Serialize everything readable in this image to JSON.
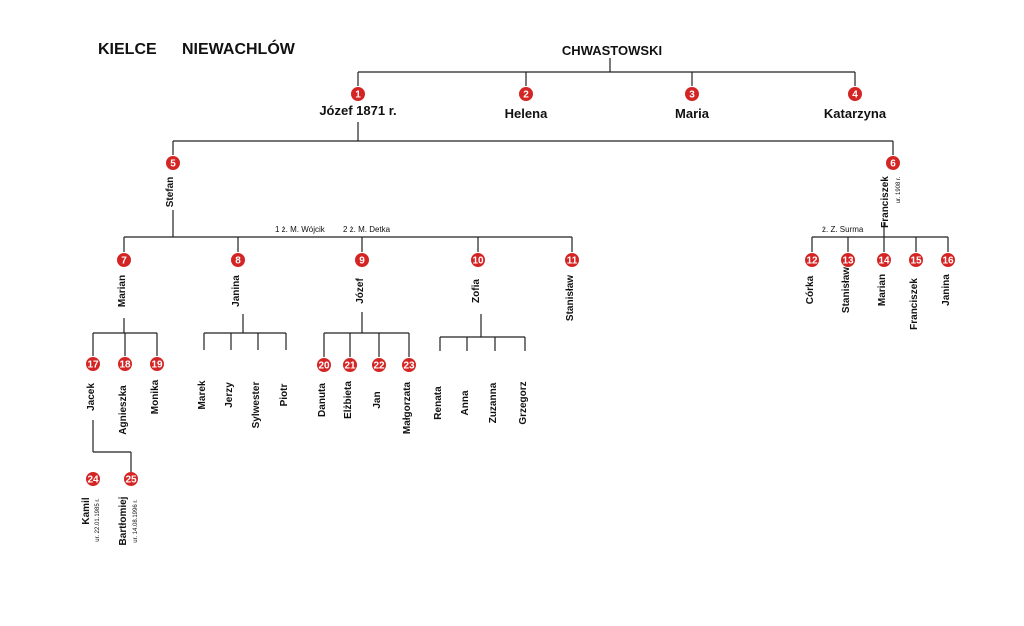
{
  "title": {
    "place": "KIELCE",
    "village": "NIEWACHLÓW",
    "family": "CHWASTOWSKI"
  },
  "colors": {
    "badge": "#d42525",
    "line": "#222222",
    "text": "#111111"
  },
  "generation1": [
    {
      "num": "1",
      "name": "Józef  1871 r."
    },
    {
      "num": "2",
      "name": "Helena"
    },
    {
      "num": "3",
      "name": "Maria"
    },
    {
      "num": "4",
      "name": "Katarzyna"
    }
  ],
  "generation2": [
    {
      "num": "5",
      "name": "Stefan"
    },
    {
      "num": "6",
      "name": "Franciszek",
      "note": "ur. 1908 r."
    }
  ],
  "marriages": {
    "stefan_first": "1 ż.  M. Wójcik",
    "stefan_second": "2 ż.  M. Detka",
    "franciszek": "ż.  Z. Surma"
  },
  "stefan_children": [
    {
      "num": "7",
      "name": "Marian"
    },
    {
      "num": "8",
      "name": "Janina"
    },
    {
      "num": "9",
      "name": "Józef"
    },
    {
      "num": "10",
      "name": "Zofia"
    },
    {
      "num": "11",
      "name": "Stanisław"
    }
  ],
  "franciszek_children": [
    {
      "num": "12",
      "name": "Córka"
    },
    {
      "num": "13",
      "name": "Stanisław"
    },
    {
      "num": "14",
      "name": "Marian"
    },
    {
      "num": "15",
      "name": "Franciszek"
    },
    {
      "num": "16",
      "name": "Janina"
    }
  ],
  "marian_children": [
    {
      "num": "17",
      "name": "Jacek"
    },
    {
      "num": "18",
      "name": "Agnieszka"
    },
    {
      "num": "19",
      "name": "Monika"
    }
  ],
  "janina_children": [
    {
      "name": "Marek"
    },
    {
      "name": "Jerzy"
    },
    {
      "name": "Sylwester"
    },
    {
      "name": "Piotr"
    }
  ],
  "jozef_children": [
    {
      "num": "20",
      "name": "Danuta"
    },
    {
      "num": "21",
      "name": "Elżbieta"
    },
    {
      "num": "22",
      "name": "Jan"
    },
    {
      "num": "23",
      "name": "Małgorzata"
    }
  ],
  "zofia_children": [
    {
      "name": "Renata"
    },
    {
      "name": "Anna"
    },
    {
      "name": "Zuzanna"
    },
    {
      "name": "Grzegorz"
    }
  ],
  "jacek_children": [
    {
      "num": "24",
      "name": "Kamil",
      "note": "ur. 22.01.1985 r."
    },
    {
      "num": "25",
      "name": "Bartłomiej",
      "note": "ur. 14.08.1996 r."
    }
  ]
}
